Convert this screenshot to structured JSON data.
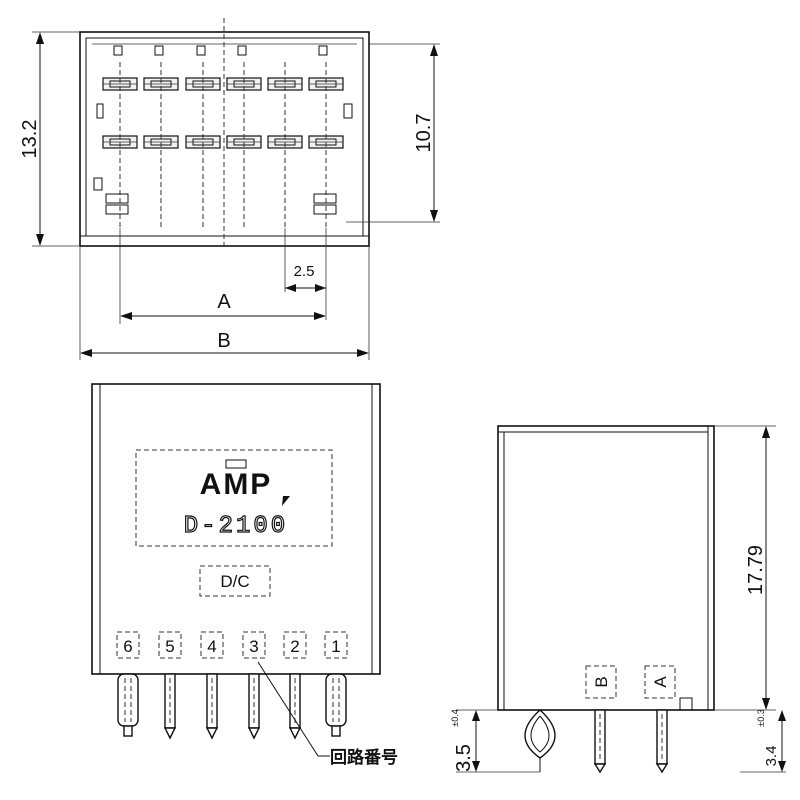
{
  "dimensions": {
    "top_height": "13.2",
    "top_inner_height": "10.7",
    "pitch": "2.5",
    "span_a": "A",
    "span_b": "B",
    "body_height": "17.79",
    "pin_length_front": "3.5",
    "pin_length_front_tol": "±0.4",
    "pin_length_side": "3.4",
    "pin_length_side_tol": "±0.3"
  },
  "front": {
    "brand": "AMP",
    "part_number": "D-2100",
    "date_code": "D/C",
    "pin_numbers": [
      "6",
      "5",
      "4",
      "3",
      "2",
      "1"
    ],
    "callout": "回路番号"
  },
  "side": {
    "marks": [
      "B",
      "A"
    ]
  }
}
